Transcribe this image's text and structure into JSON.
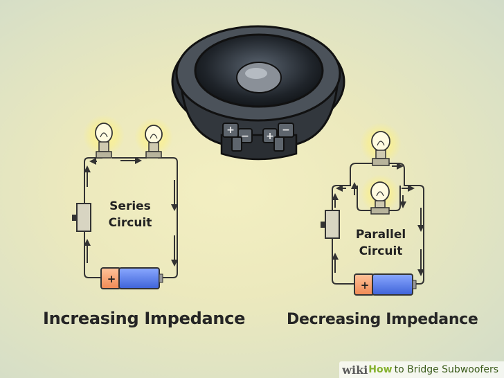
{
  "diagram": {
    "left_circuit": {
      "label": "Series Circuit",
      "caption": "Increasing Impedance"
    },
    "right_circuit": {
      "label": "Parallel Circuit",
      "caption": "Decreasing Impedance"
    },
    "battery_symbol": "+",
    "speaker_terminals": [
      "+",
      "−",
      "+",
      "−"
    ]
  },
  "watermark": {
    "wiki": "wiki",
    "how": "How",
    "rest": "to Bridge Subwoofers"
  }
}
